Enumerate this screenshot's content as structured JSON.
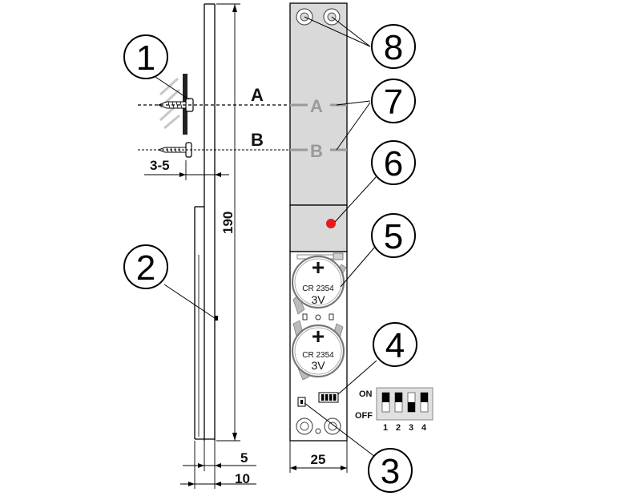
{
  "callouts": [
    {
      "id": "1",
      "label": "1"
    },
    {
      "id": "2",
      "label": "2"
    },
    {
      "id": "3",
      "label": "3"
    },
    {
      "id": "4",
      "label": "4"
    },
    {
      "id": "5",
      "label": "5"
    },
    {
      "id": "6",
      "label": "6"
    },
    {
      "id": "7",
      "label": "7"
    },
    {
      "id": "8",
      "label": "8"
    }
  ],
  "mount_lines": {
    "a": "A",
    "b": "B"
  },
  "module_marks": {
    "a": "A",
    "b": "B"
  },
  "dimensions": {
    "screw_gap": "3-5",
    "height": "190",
    "depth_inner": "5",
    "depth_outer": "10",
    "width": "25"
  },
  "batteries": [
    {
      "plus": "+",
      "model": "CR 2354",
      "voltage": "3V"
    },
    {
      "plus": "+",
      "model": "CR 2354",
      "voltage": "3V"
    }
  ],
  "dip_switch": {
    "on_label": "ON",
    "off_label": "OFF",
    "positions": [
      "1",
      "2",
      "3",
      "4"
    ]
  },
  "colors": {
    "led": "#e31b1b",
    "housing": "#d9d9d9",
    "mark": "#9a9a9a"
  }
}
